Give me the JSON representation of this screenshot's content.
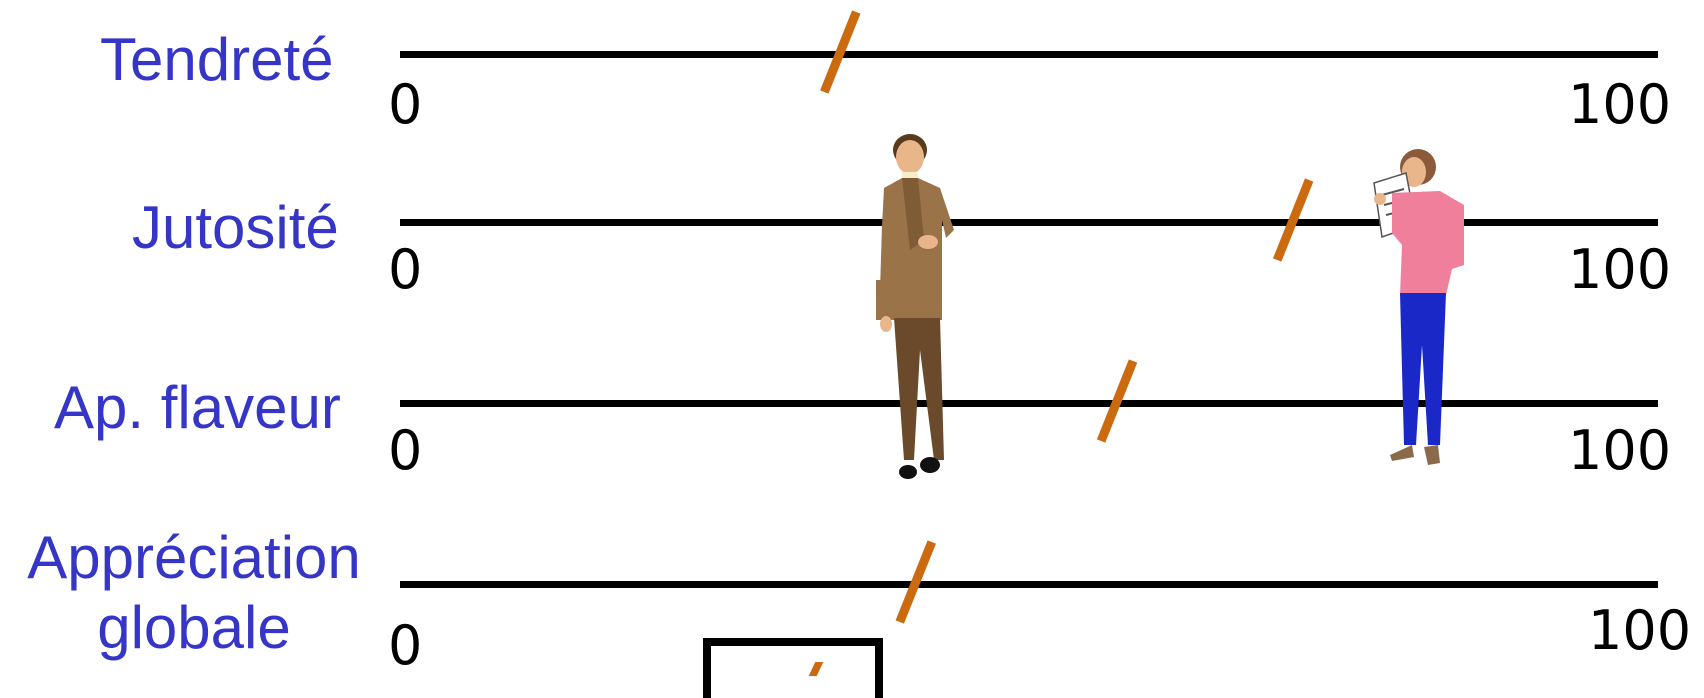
{
  "scales": [
    {
      "id": "tendrete",
      "label_lines": [
        "Tendreté"
      ],
      "min": "0",
      "max": "100",
      "value": 35
    },
    {
      "id": "jutosite",
      "label_lines": [
        "Jutosité"
      ],
      "min": "0",
      "max": "100",
      "value": 71
    },
    {
      "id": "flaveur",
      "label_lines": [
        "Ap. flaveur"
      ],
      "min": "0",
      "max": "100",
      "value": 57
    },
    {
      "id": "globale",
      "label_lines": [
        "Appréciation",
        "globale"
      ],
      "min": "0",
      "max": "100",
      "value": 41
    }
  ],
  "colors": {
    "label": "#3535c8",
    "mark": "#cc6a10",
    "line": "#000000"
  },
  "figures": [
    {
      "name": "man-in-suit-figure",
      "colors": {
        "jacket": "#9a7448",
        "pants": "#6a4a2a"
      }
    },
    {
      "name": "woman-with-clipboard-figure",
      "colors": {
        "shirt": "#ef7f9a",
        "pants": "#1a28c8"
      }
    }
  ]
}
